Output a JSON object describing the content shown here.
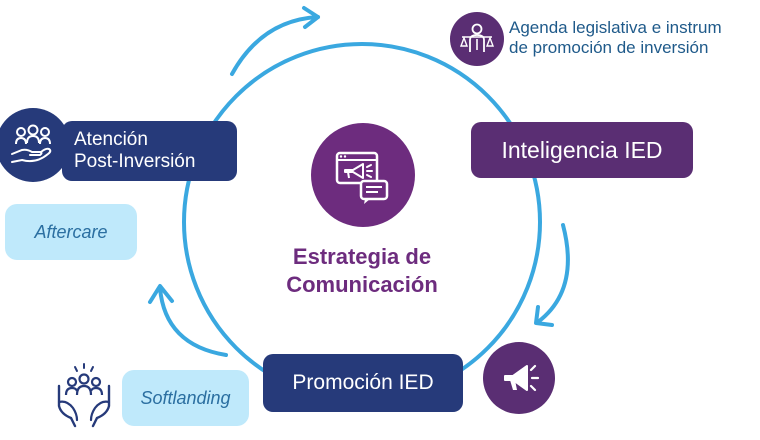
{
  "colors": {
    "navy": "#263a7a",
    "purple": "#5a2e73",
    "sky": "#3aa8e0",
    "light_pill": "#bfe9fb",
    "center_purple": "#6d2c7e"
  },
  "center": {
    "icon": "monitor-megaphone-icon",
    "title_line1": "Estrategia de",
    "title_line2": "Comunicación"
  },
  "nodes": {
    "agenda": {
      "icon": "justice-person-icon",
      "line1": "Agenda legislativa e instrum",
      "line2": "de promoción de inversión"
    },
    "inteligencia": {
      "label": "Inteligencia IED"
    },
    "promocion": {
      "label": "Promoción IED",
      "icon": "megaphone-icon"
    },
    "softlanding": {
      "label": "Softlanding",
      "icon": "hands-community-icon"
    },
    "aftercare": {
      "label": "Aftercare"
    },
    "atencion": {
      "line1": "Atención",
      "line2": "Post-Inversión",
      "icon": "hand-people-icon"
    }
  }
}
